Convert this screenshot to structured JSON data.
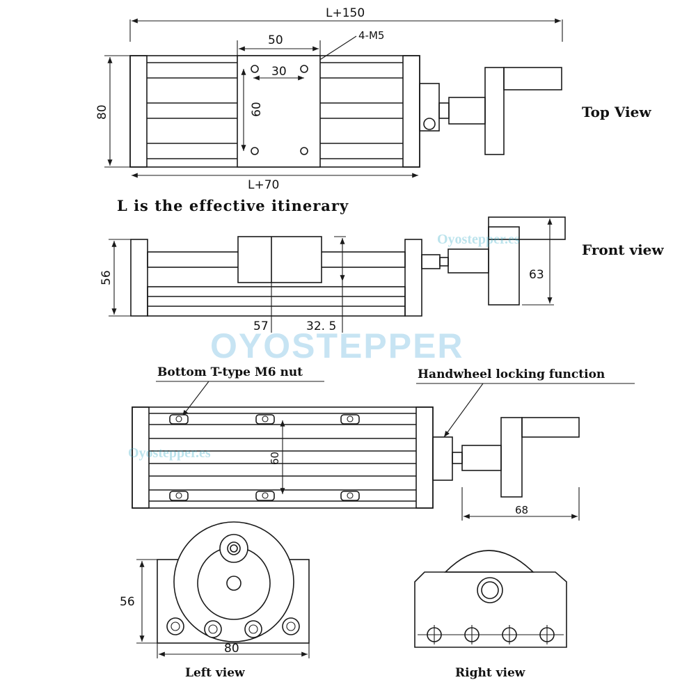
{
  "views": {
    "top": "Top View",
    "front": "Front view",
    "left": "Left view",
    "right": "Right view"
  },
  "note": "L is the effective itinerary",
  "callouts": {
    "bottom_nut": "Bottom T-type M6 nut",
    "handwheel_lock": "Handwheel locking function",
    "holes": "4-M5"
  },
  "dimensions": {
    "top_total": "L+150",
    "top_rail": "L+70",
    "block_width": "50",
    "hole_x": "30",
    "hole_y": "60",
    "height": "80",
    "front_height": "56",
    "front_57": "57",
    "front_325": "32. 5",
    "front_63": "63",
    "bottom_60": "60",
    "bottom_68": "68",
    "left_56": "56",
    "left_80": "80"
  },
  "watermarks": {
    "small": "Oyostepper.es",
    "big": "OYOSTEPPER"
  }
}
